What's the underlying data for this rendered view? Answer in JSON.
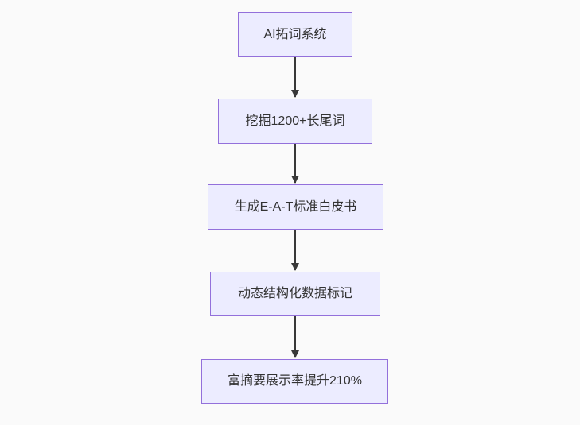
{
  "diagram": {
    "type": "flowchart",
    "direction": "top-down",
    "nodes": [
      {
        "id": "A",
        "label": "AI拓词系统"
      },
      {
        "id": "B",
        "label": "挖掘1200+长尾词"
      },
      {
        "id": "C",
        "label": "生成E-A-T标准白皮书"
      },
      {
        "id": "D",
        "label": "动态结构化数据标记"
      },
      {
        "id": "E",
        "label": "富摘要展示率提升210%"
      }
    ],
    "edges": [
      {
        "from": "A",
        "to": "B"
      },
      {
        "from": "B",
        "to": "C"
      },
      {
        "from": "C",
        "to": "D"
      },
      {
        "from": "D",
        "to": "E"
      }
    ],
    "colors": {
      "background": "#FAFAFA",
      "node_fill": "#ECECFF",
      "node_border": "#9370DB",
      "node_text": "#333333",
      "arrow": "#383838"
    }
  }
}
